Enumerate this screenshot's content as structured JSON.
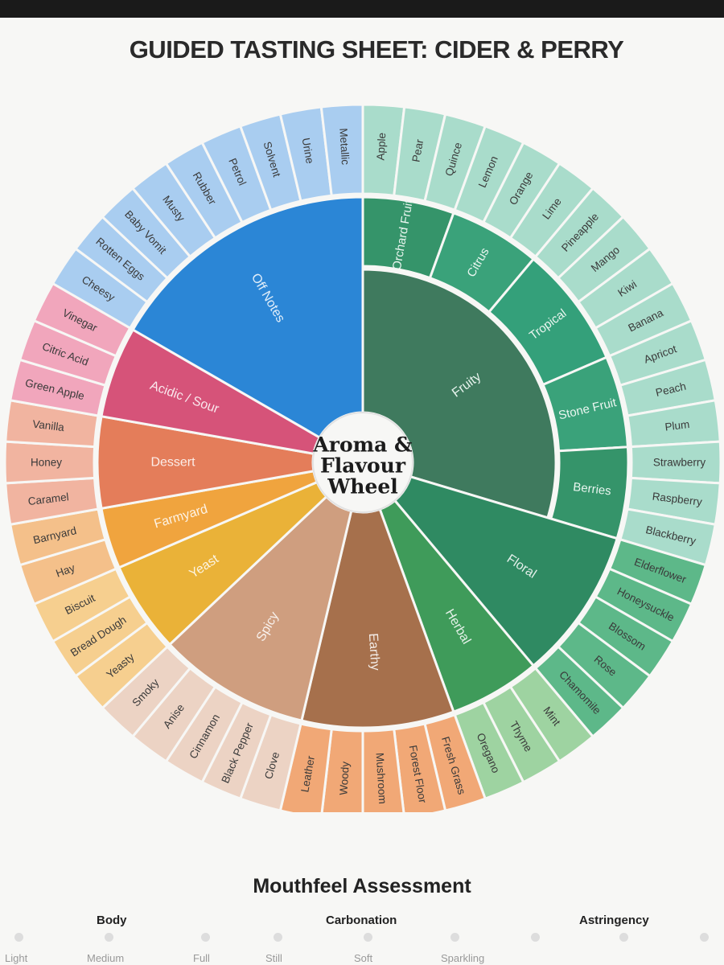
{
  "title": "GUIDED TASTING SHEET: CIDER & PERRY",
  "wheel": {
    "center_lines": [
      "Aroma &",
      "Flavour",
      "Wheel"
    ],
    "categories": [
      {
        "name": "Fruity",
        "color": "#3f7a5e",
        "sub": [
          {
            "name": "Orchard Fruit",
            "color": "#35946a",
            "items": [
              "Apple",
              "Pear",
              "Quince"
            ]
          },
          {
            "name": "Citrus",
            "color": "#3aa27a",
            "items": [
              "Lemon",
              "Orange",
              "Lime"
            ]
          },
          {
            "name": "Tropical",
            "color": "#34a07a",
            "items": [
              "Pineapple",
              "Mango",
              "Kiwi",
              "Banana"
            ]
          },
          {
            "name": "Stone Fruit",
            "color": "#3aa27a",
            "items": [
              "Apricot",
              "Peach",
              "Plum"
            ]
          },
          {
            "name": "Berries",
            "color": "#35946a",
            "items": [
              "Strawberry",
              "Raspberry",
              "Blackberry"
            ]
          }
        ],
        "outer": "#a9dccb"
      },
      {
        "name": "Floral",
        "color": "#2f8a62",
        "sub": [],
        "items": [
          "Elderflower",
          "Honeysuckle",
          "Blossom",
          "Rose",
          "Chamomile"
        ],
        "outer": "#5db889"
      },
      {
        "name": "Herbal",
        "color": "#3f9b5a",
        "sub": [],
        "items": [
          "Mint",
          "Thyme",
          "Oregano"
        ],
        "outer": "#9ed3a1"
      },
      {
        "name": "Earthy",
        "color": "#a6704c",
        "sub": [],
        "items": [
          "Fresh Grass",
          "Forest Floor",
          "Mushroom",
          "Woody",
          "Leather"
        ],
        "outer": "#f1a876"
      },
      {
        "name": "Spicy",
        "color": "#cf9e7f",
        "sub": [],
        "items": [
          "Clove",
          "Black Pepper",
          "Cinnamon",
          "Anise",
          "Smoky"
        ],
        "outer": "#ecd3c4"
      },
      {
        "name": "Yeast",
        "color": "#eab238",
        "sub": [],
        "items": [
          "Yeasty",
          "Bread Dough",
          "Biscuit"
        ],
        "outer": "#f6cf8f"
      },
      {
        "name": "Farmyard",
        "color": "#f0a43e",
        "sub": [],
        "items": [
          "Hay",
          "Barnyard"
        ],
        "outer": "#f4c08a"
      },
      {
        "name": "Dessert",
        "color": "#e47d5a",
        "sub": [],
        "items": [
          "Caramel",
          "Honey",
          "Vanilla"
        ],
        "outer": "#f1b4a0"
      },
      {
        "name": "Acidic / Sour",
        "color": "#d65379",
        "sub": [],
        "items": [
          "Green Apple",
          "Citric Acid",
          "Vinegar"
        ],
        "outer": "#f1a6bc"
      },
      {
        "name": "Off Notes",
        "color": "#2b86d6",
        "sub": [],
        "items": [
          "Cheesy",
          "Rotten Eggs",
          "Baby Vomit",
          "Musty",
          "Rubber",
          "Petrol",
          "Solvent",
          "Urine",
          "Metallic"
        ],
        "outer": "#a9cdf0"
      }
    ]
  },
  "mouthfeel": {
    "title": "Mouthfeel Assessment",
    "headers": [
      "Body",
      "Carbonation",
      "Astringency"
    ],
    "scale_labels": [
      "Light",
      "Medium",
      "Full",
      "Still",
      "Soft",
      "Sparkling"
    ]
  }
}
